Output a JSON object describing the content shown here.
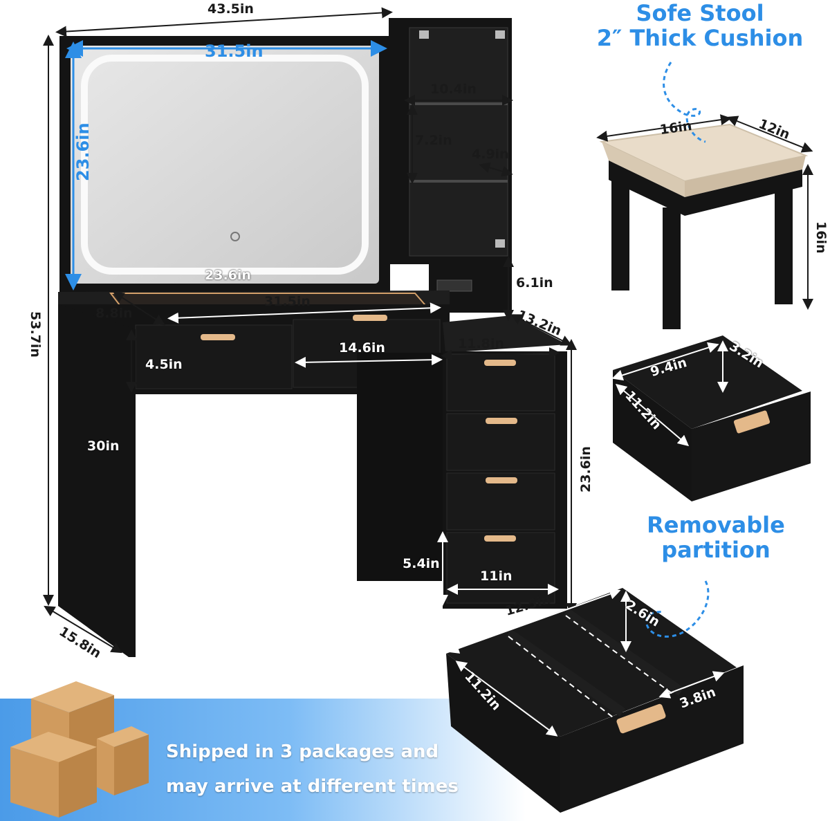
{
  "colors": {
    "furniture": "#141414",
    "accent_blue": "#2d8ee6",
    "handle_gold": "#e4b98a",
    "cushion": "#e9dcc9",
    "box_cardboard": "#d7a36a",
    "banner_blue": "#5aaaf0"
  },
  "headings": {
    "stool_line1": "Sofe Stool",
    "stool_line2": "2″ Thick Cushion",
    "partition_line1": "Removable",
    "partition_line2": "partition"
  },
  "shipping": {
    "line1": "Shipped in 3 packages and",
    "line2": "may arrive at different times"
  },
  "dimensions": {
    "overall_width": "43.5in",
    "overall_height": "53.7in",
    "depth": "15.8in",
    "mirror_width": "31.5in",
    "mirror_height": "23.6in",
    "cabinet_width": "10.4in",
    "shelf_height": "7.2in",
    "shelf_depth": "4.9in",
    "tray_width": "23.6in",
    "tray_depth": "8.8in",
    "desk_width": "31.5in",
    "socket_height": "6.1in",
    "side_depth": "13.2in",
    "drawer_unit_width": "11.8in",
    "drawer_front_height": "4.5in",
    "drawer_front_width": "14.6in",
    "leg_height": "30in",
    "drawer_stack_height": "23.6in",
    "bottom_drawer_height": "5.4in",
    "bottom_drawer_width": "11in",
    "stool_width": "16in",
    "stool_depth": "12in",
    "stool_height": "16in",
    "drawer1_width": "9.4in",
    "drawer1_height": "3.2in",
    "drawer1_depth": "11.2in",
    "drawer2_width": "12.5in",
    "drawer2_height": "2.6in",
    "drawer2_depth": "11.2in",
    "drawer2_section": "3.8in"
  },
  "icons": [
    "cardboard-boxes-icon",
    "curl-arrow-icon",
    "touch-sensor-icon",
    "power-socket-icon"
  ]
}
